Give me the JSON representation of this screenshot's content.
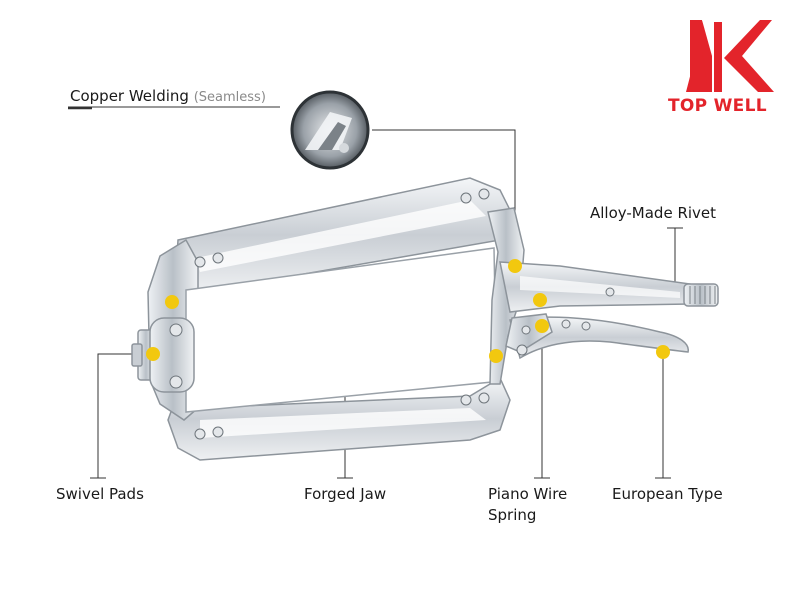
{
  "brand": {
    "name": "TOP WELL",
    "color": "#e3242b"
  },
  "callouts": {
    "copper_welding": {
      "label": "Copper Welding",
      "note": "(Seamless)"
    },
    "alloy_rivet": "Alloy-Made Rivet",
    "swivel_pads": "Swivel Pads",
    "forged_jaw": "Forged Jaw",
    "piano_wire_line1": "Piano Wire",
    "piano_wire_line2": "Spring",
    "european_type": "European Type"
  },
  "colors": {
    "marker": "#f2c80f",
    "steel": "#d9dde2",
    "steel_edge": "#8d949b",
    "leader": "#333333"
  },
  "icons": [
    "logo-mark-icon",
    "clamp-illustration",
    "detail-magnifier"
  ]
}
